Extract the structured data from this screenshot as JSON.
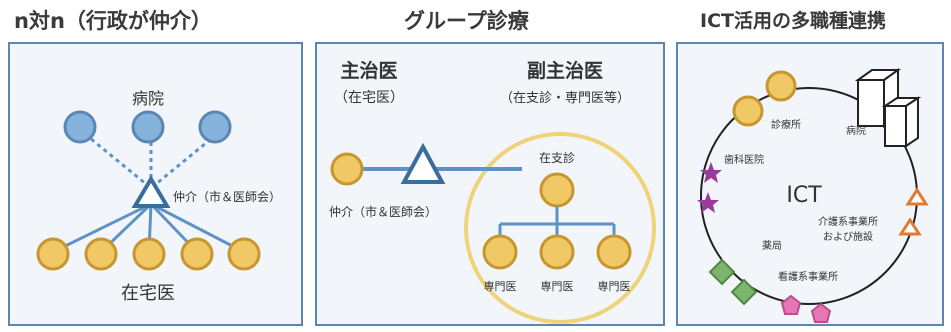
{
  "panels": [
    {
      "title": "n対n（行政が仲介）",
      "hospital_label": "病院",
      "mediator_label": "仲介（市＆医師会）",
      "home_doctor_label": "在宅医"
    },
    {
      "title": "グループ診療",
      "main_doctor_label": "主治医",
      "main_doctor_sub": "（在宅医）",
      "vice_doctor_label": "副主治医",
      "vice_doctor_sub": "（在支診・専門医等）",
      "mediator_label": "仲介（市＆医師会）",
      "clinic_label": "在支診",
      "specialist_labels": [
        "専門医",
        "専門医",
        "専門医"
      ]
    },
    {
      "title": "ICT活用の多職種連携",
      "center_label": "ICT",
      "clinic_label": "診療所",
      "hospital_label": "病院",
      "dental_label": "歯科医院",
      "care_label_1": "介護系事業所",
      "care_label_2": "および施設",
      "pharmacy_label": "薬局",
      "nursing_label": "看護系事業所"
    }
  ],
  "colors": {
    "panel_border": "#5b87b5",
    "panel_bg": "#f2f6fa",
    "blue_node": "#86b3dc",
    "blue_node_stroke": "#5b87b5",
    "orange_node": "#f0c866",
    "orange_node_stroke": "#c8962e",
    "triangle_stroke": "#3a6c9c",
    "line": "#5d93c7",
    "group_circle": "#efd37a",
    "star": "#9c3a9c",
    "diamond": "#7cb56c",
    "pentagon": "#e676b6",
    "ict_triangle": "#e07a30"
  }
}
